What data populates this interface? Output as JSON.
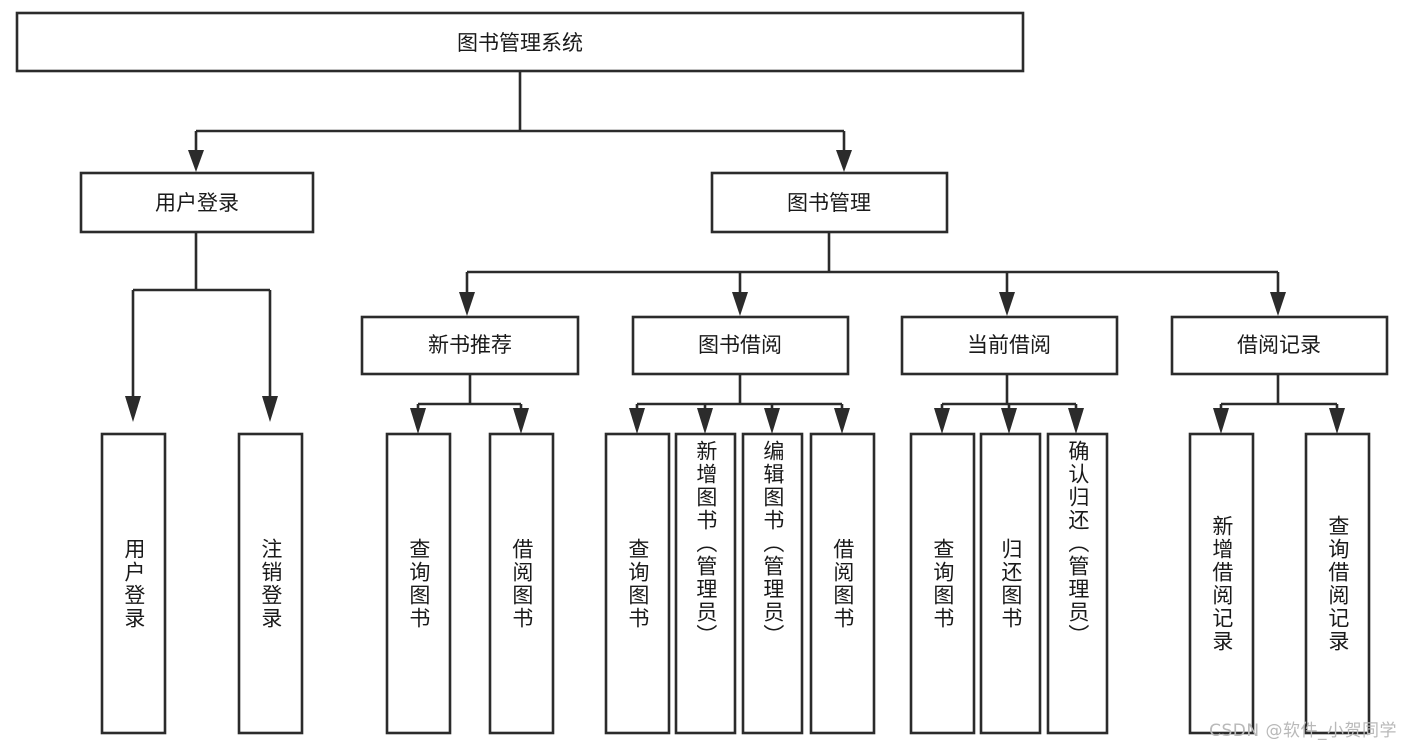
{
  "diagram": {
    "type": "tree-hierarchy",
    "title": "图书管理系统",
    "orientation": "top-down",
    "colors": {
      "background": "#ffffff",
      "box_fill": "#ffffff",
      "box_stroke": "#2b2b2b",
      "text": "#1a1a1a",
      "watermark": "#b9b9b9"
    },
    "root": {
      "label": "图书管理系统"
    },
    "level2": [
      {
        "label": "用户登录"
      },
      {
        "label": "图书管理"
      }
    ],
    "level3": [
      {
        "label": "新书推荐"
      },
      {
        "label": "图书借阅"
      },
      {
        "label": "当前借阅"
      },
      {
        "label": "借阅记录"
      }
    ],
    "leaves": {
      "user_login": [
        {
          "label": "用户登录"
        },
        {
          "label": "注销登录"
        }
      ],
      "new_book_recommend": [
        {
          "label": "查询图书"
        },
        {
          "label": "借阅图书"
        }
      ],
      "book_borrow": [
        {
          "label": "查询图书"
        },
        {
          "label": "新增图书（管理员）"
        },
        {
          "label": "编辑图书（管理员）"
        },
        {
          "label": "借阅图书"
        }
      ],
      "current_borrow": [
        {
          "label": "查询图书"
        },
        {
          "label": "归还图书"
        },
        {
          "label": "确认归还（管理员）"
        }
      ],
      "borrow_record": [
        {
          "label": "新增借阅记录"
        },
        {
          "label": "查询借阅记录"
        }
      ]
    },
    "watermark": "CSDN @软件_小贺同学"
  }
}
